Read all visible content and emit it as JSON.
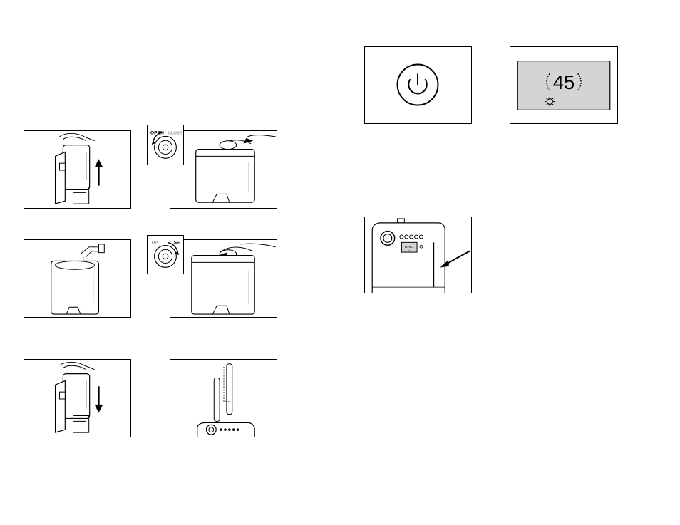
{
  "panel_left": {
    "step1": {
      "name": "tank-lift-out"
    },
    "step2": {
      "name": "cap-open",
      "inset_open": "OPEN",
      "inset_close": "CLOSE"
    },
    "step3": {
      "name": "tank-fill"
    },
    "step4": {
      "name": "cap-close",
      "inset_open": "OP",
      "inset_close": "SE"
    },
    "step5": {
      "name": "tank-insert"
    },
    "step6": {
      "name": "filter-insert"
    }
  },
  "panel_right": {
    "power": {
      "name": "power-button"
    },
    "display": {
      "name": "lcd-display",
      "humidity": "45"
    },
    "unit": {
      "name": "unit-front",
      "screen_text": "RH51"
    }
  },
  "colors": {
    "line": "#000000",
    "lcd": "#d4d4d4",
    "background": "#ffffff"
  }
}
